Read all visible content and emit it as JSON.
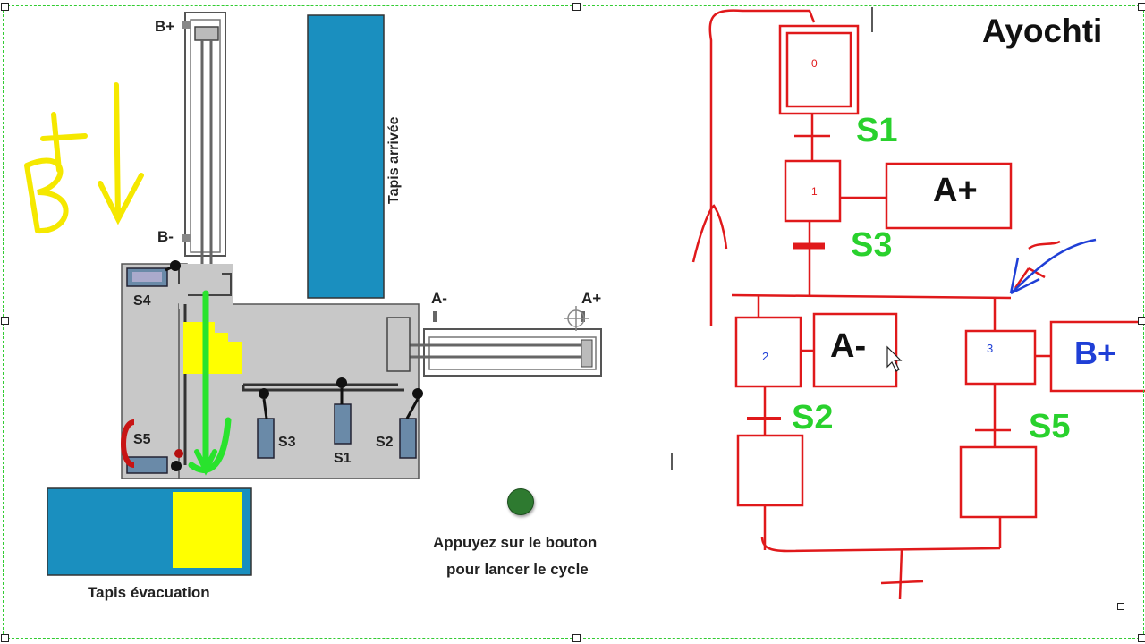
{
  "watermark": "Ayochti",
  "machine": {
    "cylinder_b_plus": "B+",
    "cylinder_b_minus": "B-",
    "cylinder_a_minus": "A-",
    "cylinder_a_plus": "A+",
    "tapis_arrivee": "Tapis arrivée",
    "tapis_evacuation": "Tapis évacuation",
    "sensor_s1": "S1",
    "sensor_s2": "S2",
    "sensor_s3": "S3",
    "sensor_s4": "S4",
    "sensor_s5": "S5",
    "start_button_line1": "Appuyez sur le bouton",
    "start_button_line2": "pour lancer le cycle"
  },
  "annotation": {
    "handwritten_left": "B+"
  },
  "grafcet": {
    "step0": "0",
    "step1": "1",
    "step2": "2",
    "step3": "3",
    "action1": "A+",
    "action2": "A-",
    "action3": "B+",
    "transition_s1": "S1",
    "transition_s3": "S3",
    "transition_s2": "S2",
    "transition_s5": "S5"
  },
  "colors": {
    "grafcet_red": "#e0191b",
    "label_green": "#29d12d",
    "tapis_blue": "#1a8fbf",
    "yellow": "#ffff00",
    "machine_grey": "#c8c8c8",
    "handwriting_yellow": "#f5e800",
    "arrow_blue": "#1f3fd6"
  }
}
